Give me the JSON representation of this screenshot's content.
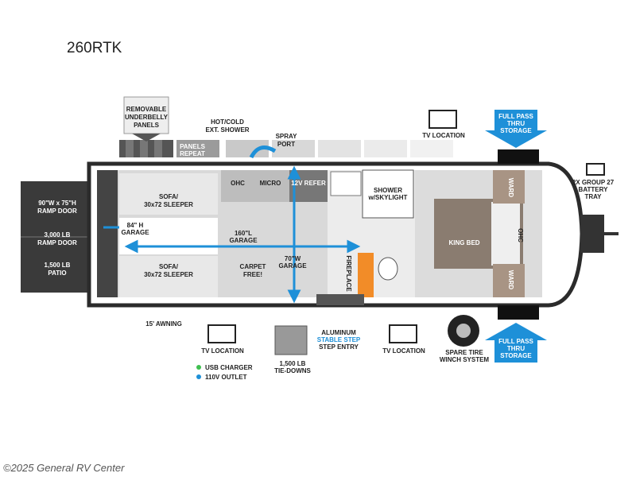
{
  "model": "260RTK",
  "footer": "©2025 General RV Center",
  "callouts": {
    "underbelly": [
      "REMOVABLE",
      "UNDERBELLY",
      "PANELS"
    ],
    "hot_cold_shower": [
      "HOT/COLD",
      "EXT. SHOWER"
    ],
    "panels_repeat": [
      "PANELS",
      "REPEAT"
    ],
    "spray_port": [
      "SPRAY",
      "PORT"
    ],
    "tv_location": [
      "TV LOCATION"
    ],
    "full_pass": [
      "FULL PASS",
      "THRU",
      "STORAGE"
    ],
    "battery": [
      "2X GROUP 27",
      "BATTERY",
      "TRAY"
    ],
    "ramp_door": [
      "90\"W x 75\"H",
      "RAMP DOOR"
    ],
    "ramp_lb": [
      "3,000 LB",
      "RAMP DOOR"
    ],
    "patio": [
      "1,500 LB",
      "PATIO"
    ],
    "awning": [
      "15' AWNING"
    ],
    "tiedowns": [
      "1,500 LB",
      "TIE-DOWNS"
    ],
    "step": [
      "ALUMINUM",
      "STABLE STEP",
      "STEP ENTRY"
    ],
    "spare": [
      "SPARE TIRE",
      "WINCH SYSTEM"
    ]
  },
  "interior": {
    "sofa": [
      "SOFA/",
      "30x72 SLEEPER"
    ],
    "garage_h": [
      "84\" H",
      "GARAGE"
    ],
    "garage_l": [
      "160\"L",
      "GARAGE"
    ],
    "garage_w": [
      "70\"W",
      "GARAGE"
    ],
    "ohc": "OHC",
    "micro": "MICRO",
    "refer": "12V REFER",
    "shower": [
      "SHOWER",
      "w/SKYLIGHT"
    ],
    "fireplace": "FIREPLACE",
    "ward": "WARD",
    "king_bed": "KING BED",
    "carpet_free": [
      "CARPET",
      "FREE!"
    ]
  },
  "legend": {
    "usb": "USB CHARGER",
    "outlet": "110V OUTLET",
    "usb_color": "#3fbf4f",
    "outlet_color": "#1e90d8"
  },
  "colors": {
    "accent": "#1e90d8",
    "wall": "#2b2b2b",
    "floor": "#d9d9d9"
  }
}
